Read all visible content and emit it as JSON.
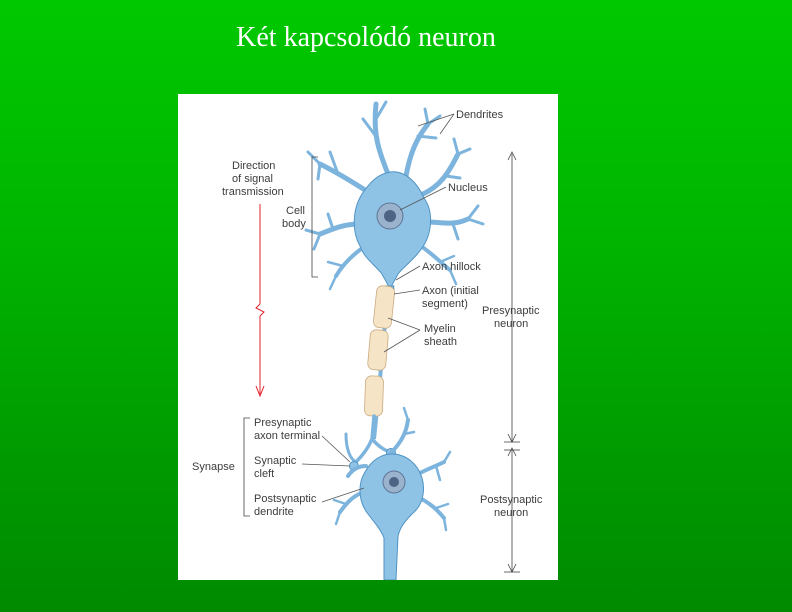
{
  "title": "Két kapcsolódó neuron",
  "labels": {
    "dendrites": "Dendrites",
    "direction_1": "Direction",
    "direction_2": "of signal",
    "direction_3": "transmission",
    "nucleus": "Nucleus",
    "cell_body_1": "Cell",
    "cell_body_2": "body",
    "axon_hillock": "Axon hillock",
    "axon_initial_1": "Axon (initial",
    "axon_initial_2": "segment)",
    "presynaptic_neuron_1": "Presynaptic",
    "presynaptic_neuron_2": "neuron",
    "myelin_1": "Myelin",
    "myelin_2": "sheath",
    "presyn_terminal_1": "Presynaptic",
    "presyn_terminal_2": "axon terminal",
    "synapse": "Synapse",
    "synaptic_cleft_1": "Synaptic",
    "synaptic_cleft_2": "cleft",
    "postsyn_dendrite_1": "Postsynaptic",
    "postsyn_dendrite_2": "dendrite",
    "postsynaptic_neuron_1": "Postsynaptic",
    "postsynaptic_neuron_2": "neuron"
  },
  "colors": {
    "background": "#00b400",
    "neuron": "#8fc3e6",
    "nucleus": "#6f86a8",
    "myelin": "#f6e4c6",
    "direction_arrow": "#e0202a"
  }
}
